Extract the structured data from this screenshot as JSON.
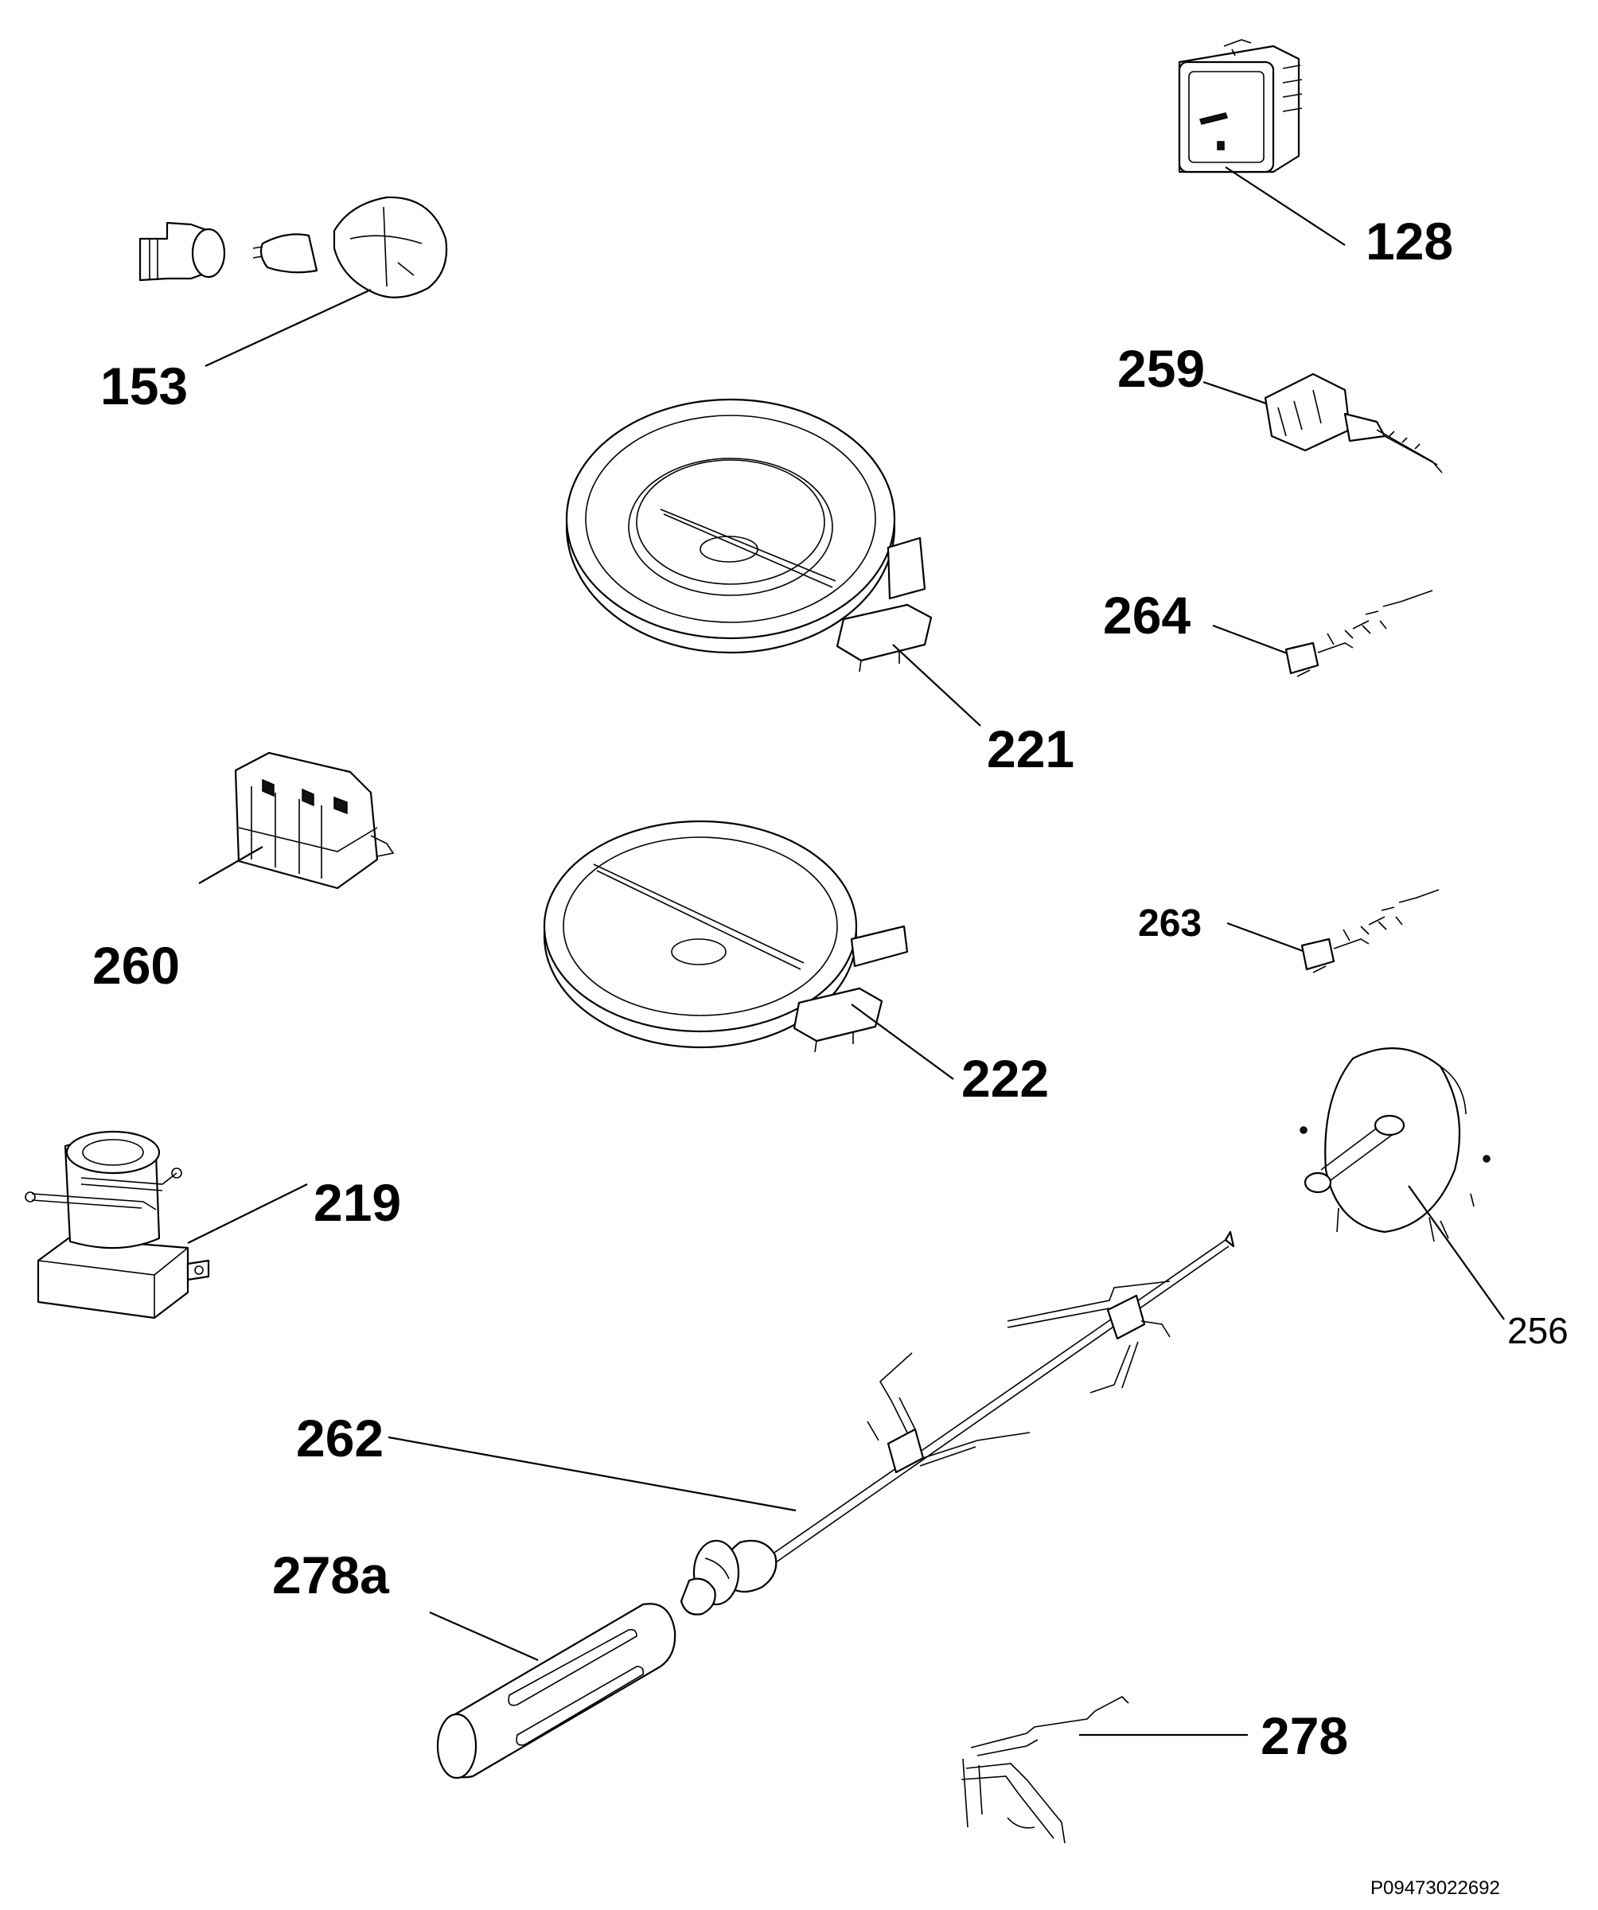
{
  "labels": {
    "p128": "128",
    "p153": "153",
    "p259": "259",
    "p221": "221",
    "p264": "264",
    "p260": "260",
    "p263": "263",
    "p222": "222",
    "p219": "219",
    "p256": "256",
    "p262": "262",
    "p278a": "278a",
    "p278": "278"
  },
  "diagram_code": "P09473022692"
}
